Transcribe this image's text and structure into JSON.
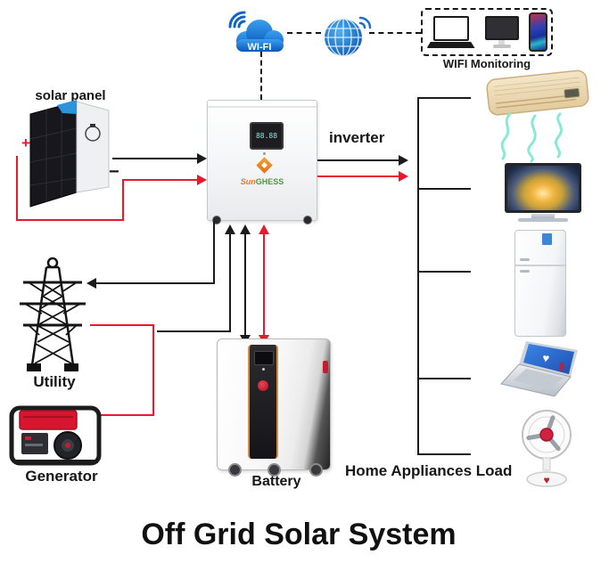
{
  "title": "Off Grid Solar System",
  "labels": {
    "solar_panel": "solar panel",
    "inverter": "inverter",
    "utility": "Utility",
    "generator": "Generator",
    "battery": "Battery",
    "home_appliances_load": "Home Appliances Load",
    "wifi_monitoring": "WIFI Monitoring",
    "polarity_plus": "+",
    "polarity_minus": "−"
  },
  "wifi": {
    "cloud_label": "WI-FI"
  },
  "inverter_unit": {
    "screen_value": "88.88",
    "brand_sun": "Sun",
    "brand_rest": "GHESS"
  },
  "laptop_screen_heart": "♥",
  "fan_base_heart": "♥",
  "colors": {
    "wire_black": "#1b1b1b",
    "wire_red": "#e8192d",
    "cloud_blue": "#1273d2",
    "logo_orange": "#ee7f1d",
    "brand_green": "#4a9c3f",
    "battery_trim_orange": "#d78a4a",
    "ac_beige": "#eddbb6",
    "air_wave_cyan": "#8ae9d6",
    "generator_red": "#d8152f"
  },
  "icons": {
    "monitoring_devices": [
      "laptop-icon",
      "desktop-monitor-icon",
      "smartphone-icon"
    ],
    "appliances": [
      "air-conditioner-icon",
      "television-icon",
      "refrigerator-icon",
      "laptop-icon",
      "table-fan-icon"
    ],
    "sources": [
      "solar-panel-icon",
      "utility-tower-icon",
      "generator-icon"
    ],
    "network": [
      "wifi-cloud-icon",
      "internet-globe-icon"
    ]
  },
  "connections": [
    {
      "from": "solar-panel",
      "to": "inverter",
      "wires": [
        "black",
        "red"
      ]
    },
    {
      "from": "inverter",
      "to": "appliance-bus",
      "wires": [
        "black",
        "red"
      ]
    },
    {
      "from": "inverter",
      "to": "utility",
      "wires": [
        "black"
      ]
    },
    {
      "from": "generator",
      "to": "utility-junction",
      "wires": [
        "red"
      ]
    },
    {
      "from": "utility-junction",
      "to": "inverter",
      "wires": [
        "black"
      ]
    },
    {
      "from": "inverter",
      "to": "battery",
      "wires": [
        "black-bidirectional",
        "red-bidirectional"
      ]
    },
    {
      "from": "wifi-cloud",
      "to": "internet-globe",
      "wires": [
        "dashed"
      ]
    },
    {
      "from": "internet-globe",
      "to": "wifi-monitoring",
      "wires": [
        "dashed"
      ]
    },
    {
      "from": "wifi-cloud",
      "to": "inverter",
      "wires": [
        "dashed"
      ]
    },
    {
      "from": "appliance-bus",
      "to": "air-conditioner, tv, refrigerator, laptop, fan",
      "wires": [
        "black"
      ]
    }
  ]
}
